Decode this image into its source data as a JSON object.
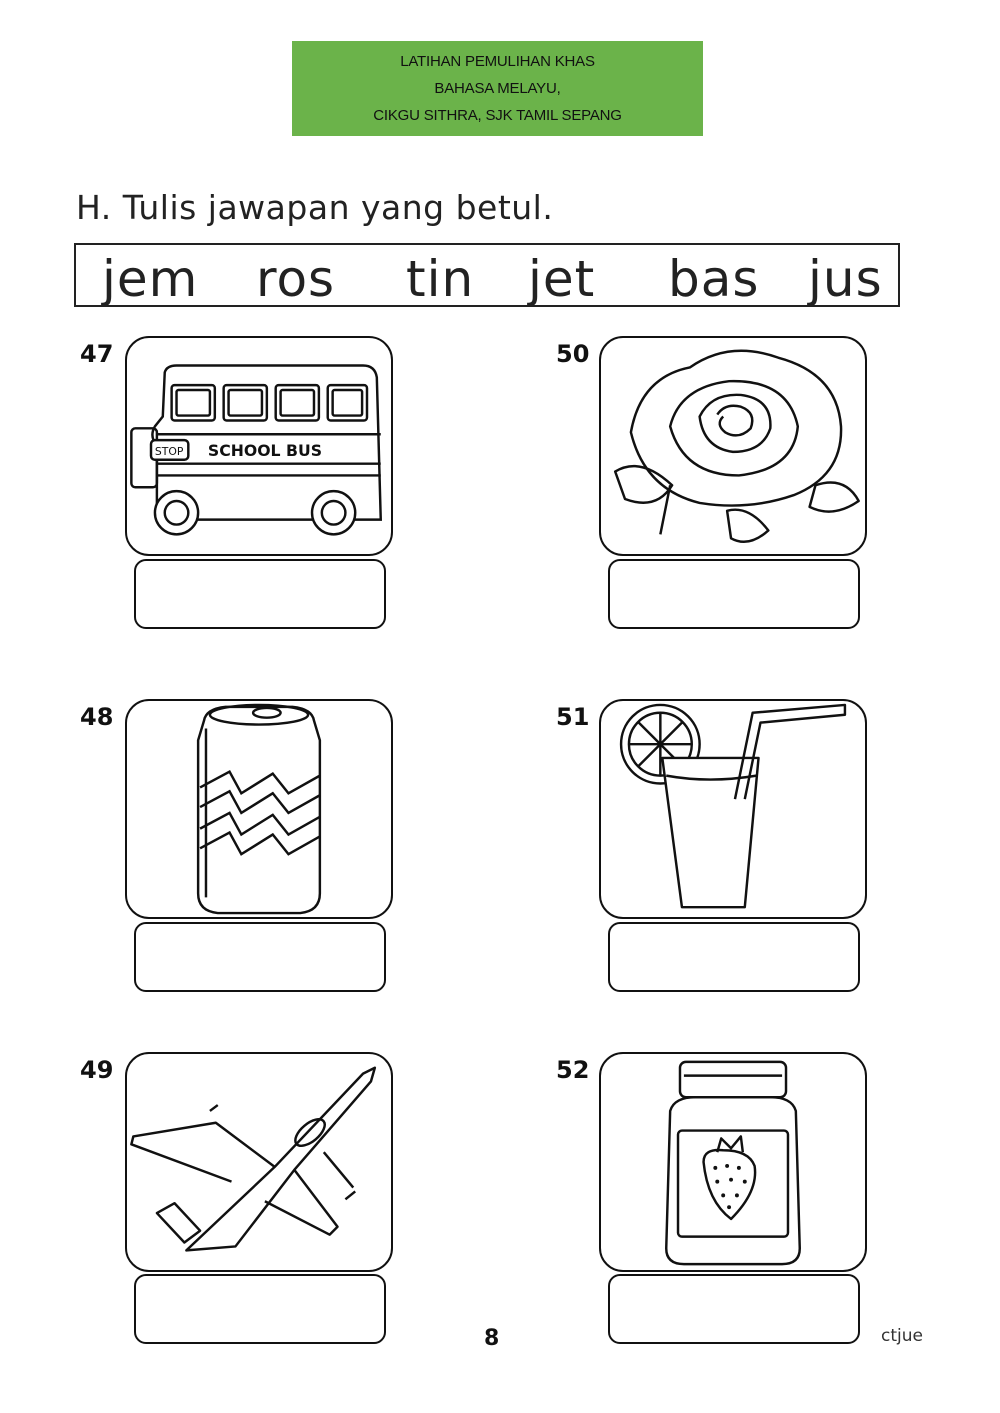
{
  "header": {
    "line1": "LATIHAN PEMULIHAN KHAS",
    "line2": "BAHASA MELAYU,",
    "line3": "CIKGU SITHRA, SJK TAMIL SEPANG",
    "bg_color": "#6bb34a"
  },
  "instruction": "H. Tulis jawapan yang betul.",
  "word_bank": [
    "jem",
    "ros",
    "tin",
    "jet",
    "bas",
    "jus"
  ],
  "items": [
    {
      "number": "47",
      "picture": "school-bus-icon",
      "bus_sign": "SCHOOL BUS",
      "stop_sign": "STOP"
    },
    {
      "number": "48",
      "picture": "soda-can-icon"
    },
    {
      "number": "49",
      "picture": "jet-plane-icon"
    },
    {
      "number": "50",
      "picture": "rose-icon"
    },
    {
      "number": "51",
      "picture": "juice-glass-icon"
    },
    {
      "number": "52",
      "picture": "jam-jar-icon"
    }
  ],
  "footer": {
    "page_number": "8",
    "credit": "ctjue"
  }
}
